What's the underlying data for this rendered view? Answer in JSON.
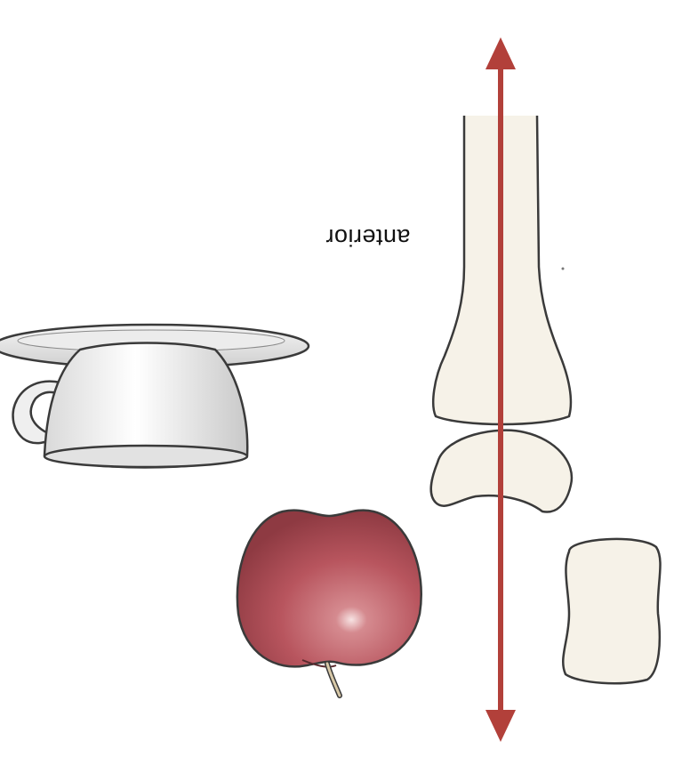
{
  "diagram": {
    "label_anterior": "anterior",
    "colors": {
      "background": "#ffffff",
      "bone_fill": "#f6f2e8",
      "outline": "#3a3a3a",
      "axis_arrow": "#b2403a",
      "apple_red": "#b3545c",
      "apple_dark": "#8e3a42",
      "cup_white": "#f3f3f3",
      "cup_shadow": "#c8c8c8"
    },
    "icons": [
      "saucer-and-cup",
      "apple",
      "tibia-bone",
      "talus-bone",
      "calcaneus-bone",
      "axis-arrow"
    ]
  }
}
